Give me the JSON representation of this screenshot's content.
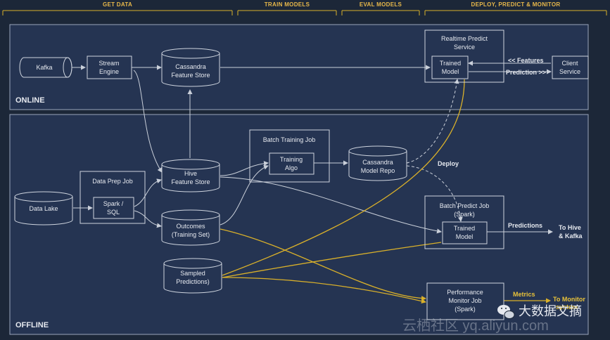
{
  "phases": {
    "get_data": "GET DATA",
    "train_models": "TRAIN MODELS",
    "eval_models": "EVAL MODELS",
    "deploy": "DEPLOY, PREDICT & MONITOR"
  },
  "zones": {
    "online": "ONLINE",
    "offline": "OFFLINE"
  },
  "nodes": {
    "kafka": "Kafka",
    "stream_engine": [
      "Stream",
      "Engine"
    ],
    "cassandra_feature_store": [
      "Cassandra",
      "Feature Store"
    ],
    "realtime_predict_service": [
      "Realtime Predict",
      "Service"
    ],
    "trained_model_online": [
      "Trained",
      "Model"
    ],
    "client_service": [
      "Client",
      "Service"
    ],
    "batch_training_job": "Batch Training Job",
    "training_algo": [
      "Training",
      "Algo"
    ],
    "cassandra_model_repo": [
      "Cassandra",
      "Model Repo"
    ],
    "data_lake": "Data Lake",
    "data_prep_job": "Data Prep Job",
    "spark_sql": [
      "Spark /",
      "SQL"
    ],
    "hive_feature_store": [
      "Hive",
      "Feature Store"
    ],
    "outcomes": [
      "Outcomes",
      "(Training Set)"
    ],
    "sampled_predictions": [
      "Sampled",
      "Predictions)"
    ],
    "batch_predict_job": [
      "Batch Predict Job",
      "(Spark)"
    ],
    "trained_model_batch": [
      "Trained",
      "Model"
    ],
    "performance_monitor_job": [
      "Performance",
      "Monitor Job",
      "(Spark)"
    ]
  },
  "edges": {
    "features": "<< Features",
    "prediction": "Prediction >>",
    "deploy": "Deploy",
    "predictions": "Predictions",
    "to_hive_kafka": [
      "To Hive",
      "& Kafka"
    ],
    "metrics": "Metrics",
    "to_monitor": "To Monitor",
    "to_monitor_partial": "system"
  },
  "watermark": {
    "brand": "大数据文摘",
    "site": "云栖社区 yq.aliyun.com"
  },
  "colors": {
    "background": "#1c2738",
    "zone_fill": "#253452",
    "line": "#c9cfd9",
    "gold": "#d9b02a",
    "phase_text": "#e8b84a"
  }
}
